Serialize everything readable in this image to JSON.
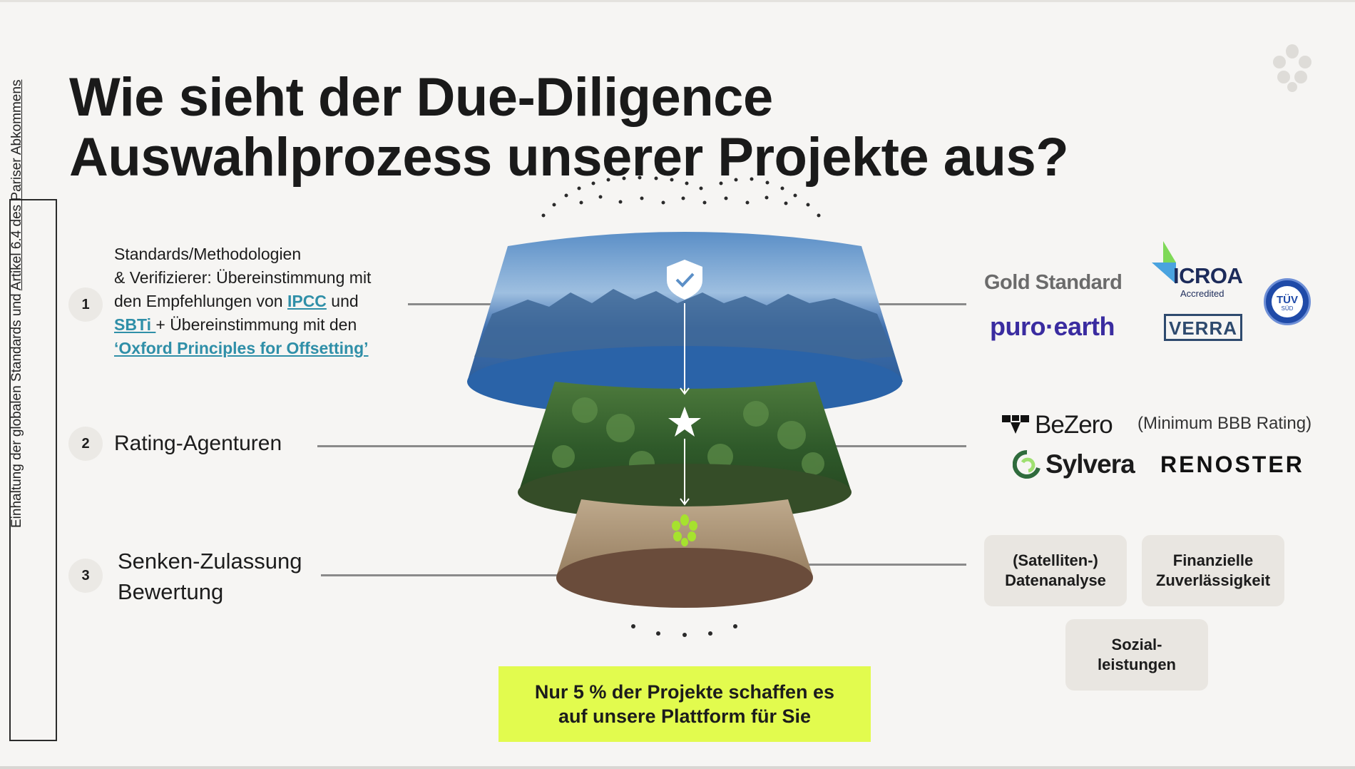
{
  "title": {
    "line1": "Wie sieht der Due-Diligence",
    "line2": "Auswahlprozess unserer Projekte aus?"
  },
  "sidebar": {
    "prefix": "Einhaltung der globalen Standards und ",
    "link": "Artikel 6.4 des Pariser Abkommens"
  },
  "steps": [
    {
      "number": "1",
      "line1": "Standards/Methodologien",
      "line2": "& Verifizierer: Übereinstimmung mit",
      "line3_pre": "den Empfehlungen von ",
      "ipcc": "IPCC",
      "line3_post": " und",
      "sbti": "SBTi ",
      "line4_post": "+ Übereinstimmung mit den",
      "oxford": "‘Oxford Principles for Offsetting’"
    },
    {
      "number": "2",
      "label": "Rating-Agenturen"
    },
    {
      "number": "3",
      "line1": "Senken-Zulassung",
      "line2": "Bewertung"
    }
  ],
  "logos": {
    "gold_standard": "Gold Standard",
    "puro_earth": "puro·earth",
    "icroa": "ICROA",
    "icroa_sub": "Accredited",
    "verra": "VERRA",
    "tuv": "TÜV",
    "tuv_sub": "SÜD",
    "bezero": "BeZero",
    "min_rating": "(Minimum BBB Rating)",
    "sylvera": "Sylvera",
    "renoster": "RENOSTER"
  },
  "criteria": {
    "satellite": [
      "(Satelliten-)",
      "Datenanalyse"
    ],
    "financial": [
      "Finanzielle",
      "Zuverlässigkeit"
    ],
    "social": [
      "Sozial-",
      "leistungen"
    ]
  },
  "callout": {
    "line1": "Nur 5 % der Projekte schaffen es",
    "line2": "auf unsere Plattform für Sie"
  },
  "colors": {
    "accent_highlight": "#e2fb4e",
    "link": "#2f8fa8",
    "chip_bg": "#e9e6e1"
  }
}
